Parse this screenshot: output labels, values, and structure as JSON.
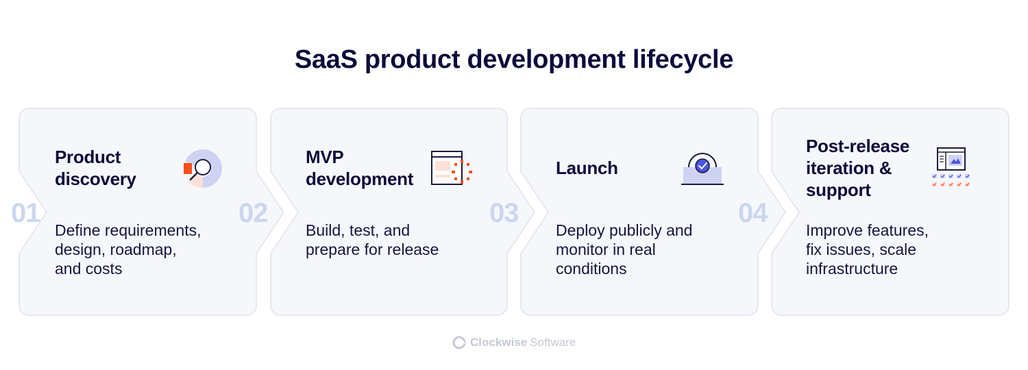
{
  "title": "SaaS product development lifecycle",
  "steps": [
    {
      "number": "01",
      "title_lines": [
        "Product",
        "discovery"
      ],
      "desc_lines": [
        "Define requirements,",
        "design, roadmap,",
        "and costs"
      ]
    },
    {
      "number": "02",
      "title_lines": [
        "MVP",
        "development"
      ],
      "desc_lines": [
        "Build, test, and",
        "prepare for release"
      ]
    },
    {
      "number": "03",
      "title_lines": [
        "Launch"
      ],
      "desc_lines": [
        "Deploy publicly and",
        "monitor in real",
        "conditions"
      ]
    },
    {
      "number": "04",
      "title_lines": [
        "Post-release",
        "iteration &",
        "support"
      ],
      "desc_lines": [
        "Improve features,",
        "fix issues, scale",
        "infrastructure"
      ]
    }
  ],
  "footer": {
    "brand_bold": "Clockwise",
    "brand_light": "Software"
  },
  "colors": {
    "card_bg": "#f6f7fb",
    "card_border": "#dfe2ea",
    "number": "#cdd6ef",
    "accent_orange": "#f4511e",
    "accent_blue": "#4a56e2",
    "lavender": "#cfd3f3",
    "peach": "#fde0d6"
  },
  "icons": [
    "magnifier-donut-icon",
    "browser-window-gear-icon",
    "laptop-checkmark-icon",
    "dashboard-checklist-icon"
  ]
}
